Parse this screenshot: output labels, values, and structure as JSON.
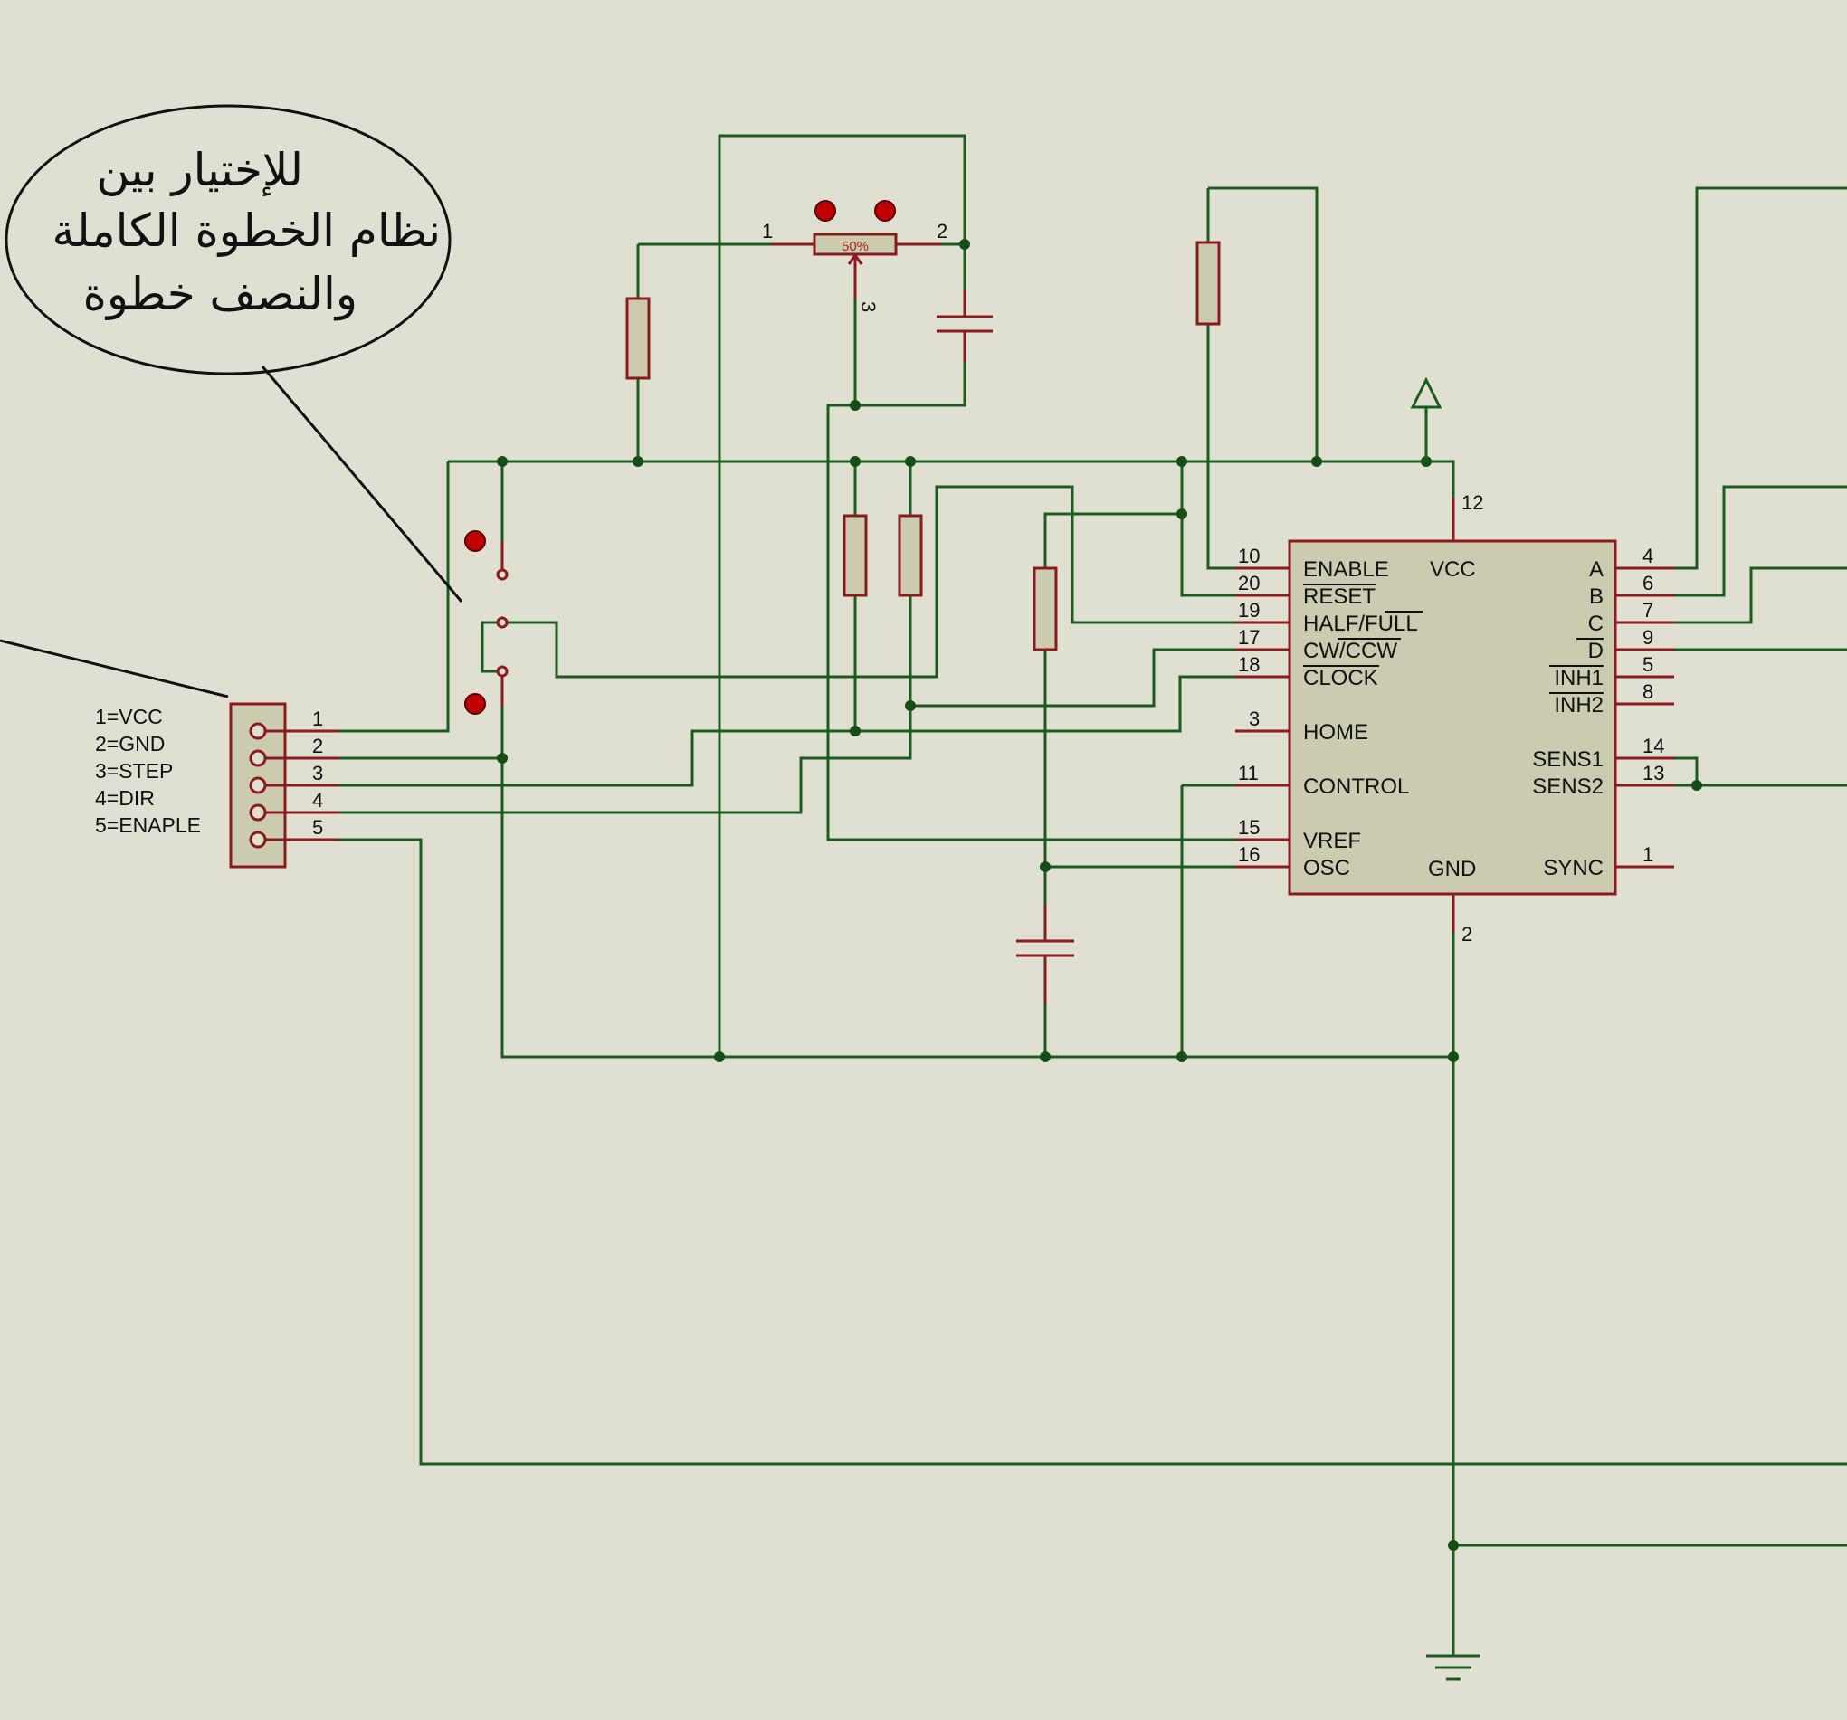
{
  "note": {
    "lines": [
      "للإختيار بين",
      "نظام الخطوة الكاملة",
      "والنصف خطوة"
    ]
  },
  "connector": {
    "legend": [
      "1=VCC",
      "2=GND",
      "3=STEP",
      "4=DIR",
      "5=ENAPLE"
    ],
    "pins": [
      "1",
      "2",
      "3",
      "4",
      "5"
    ]
  },
  "pot": {
    "value": "50%",
    "pin1": "1",
    "pin2": "2",
    "wiper": "3"
  },
  "ic": {
    "vcc_label": "VCC",
    "vcc_pin": "12",
    "gnd_label": "GND",
    "gnd_pin": "2",
    "left_pins": [
      {
        "num": "10",
        "label": "ENABLE"
      },
      {
        "num": "20",
        "label": "RESET"
      },
      {
        "num": "19",
        "label": "HALF/FULL"
      },
      {
        "num": "17",
        "label": "CW/CCW"
      },
      {
        "num": "18",
        "label": "CLOCK"
      },
      {
        "num": "3",
        "label": "HOME"
      },
      {
        "num": "11",
        "label": "CONTROL"
      },
      {
        "num": "15",
        "label": "VREF"
      },
      {
        "num": "16",
        "label": "OSC"
      }
    ],
    "right_pins": [
      {
        "num": "4",
        "label": "A"
      },
      {
        "num": "6",
        "label": "B"
      },
      {
        "num": "7",
        "label": "C"
      },
      {
        "num": "9",
        "label": "D"
      },
      {
        "num": "5",
        "label": "INH1"
      },
      {
        "num": "8",
        "label": "INH2"
      },
      {
        "num": "14",
        "label": "SENS1"
      },
      {
        "num": "13",
        "label": "SENS2"
      },
      {
        "num": "1",
        "label": "SYNC"
      }
    ]
  },
  "colors": {
    "background": "#e0e0d2",
    "wire": "#1a5c1a",
    "component_outline": "#8b1a1a",
    "component_fill": "#cbcbb0",
    "text": "#111111"
  }
}
